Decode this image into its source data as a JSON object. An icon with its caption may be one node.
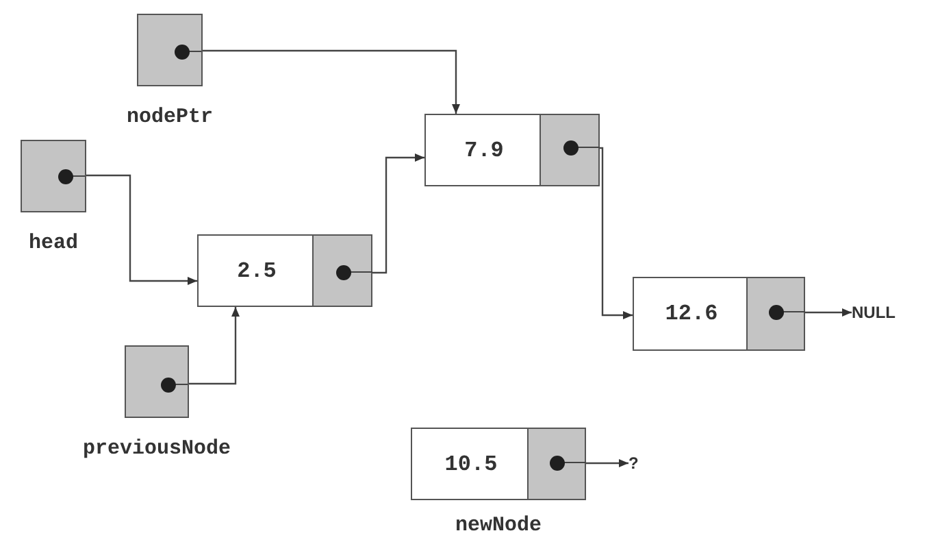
{
  "diagram": {
    "nodes": [
      {
        "text": [
          "nodePtr"
        ]
      },
      {
        "text": [
          "head"
        ]
      },
      {
        "text": [
          "2.5"
        ]
      },
      {
        "text": [
          "previousNode"
        ]
      },
      {
        "text": [
          "7.9"
        ]
      },
      {
        "text": [
          "12.6"
        ]
      },
      {
        "text": [
          "NULL"
        ]
      },
      {
        "text": [
          "10.5"
        ],
        "beside": [
          "newNode"
        ]
      },
      {
        "text": [
          "?"
        ]
      }
    ],
    "edges": [
      {
        "from": 0,
        "to": 4,
        "arrow": "to"
      },
      {
        "from": 1,
        "to": 2,
        "arrow": "to"
      },
      {
        "from": 3,
        "to": 2,
        "arrow": "to"
      },
      {
        "from": 2,
        "to": 4,
        "arrow": "to"
      },
      {
        "from": 4,
        "to": 5,
        "arrow": "to"
      },
      {
        "from": 5,
        "to": 6,
        "arrow": "to"
      },
      {
        "from": 7,
        "to": 8,
        "arrow": "to"
      }
    ]
  }
}
